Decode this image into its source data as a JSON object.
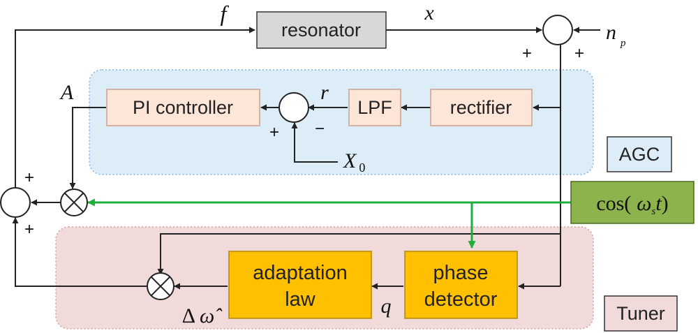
{
  "blocks": {
    "resonator": "resonator",
    "pi_controller": "PI controller",
    "lpf": "LPF",
    "rectifier": "rectifier",
    "adaptation_line1": "adaptation",
    "adaptation_line2": "law",
    "phase_line1": "phase",
    "phase_line2": "detector"
  },
  "regions": {
    "agc": "AGC",
    "tuner": "Tuner"
  },
  "carrier": {
    "prefix": "cos(",
    "omega": "ω",
    "sub": "s",
    "t": "t",
    "suffix": ")"
  },
  "signals": {
    "f": "f",
    "x": "x",
    "n": "n",
    "n_sub": "p",
    "A": "A",
    "r": "r",
    "X": "X",
    "X_sub": "0",
    "q": "q",
    "delta": "Δ",
    "omega_hat": "ω̂"
  },
  "signs": {
    "plus": "+",
    "minus": "−"
  },
  "colors": {
    "agc_fill": "#dcedf8",
    "tuner_fill": "#f0dada",
    "resonator_fill": "#d8d8d8",
    "light_block_fill": "#fde6d8",
    "dark_block_fill": "#ffc000",
    "carrier_fill": "#8db34c",
    "green_wire": "#1fae3c"
  }
}
